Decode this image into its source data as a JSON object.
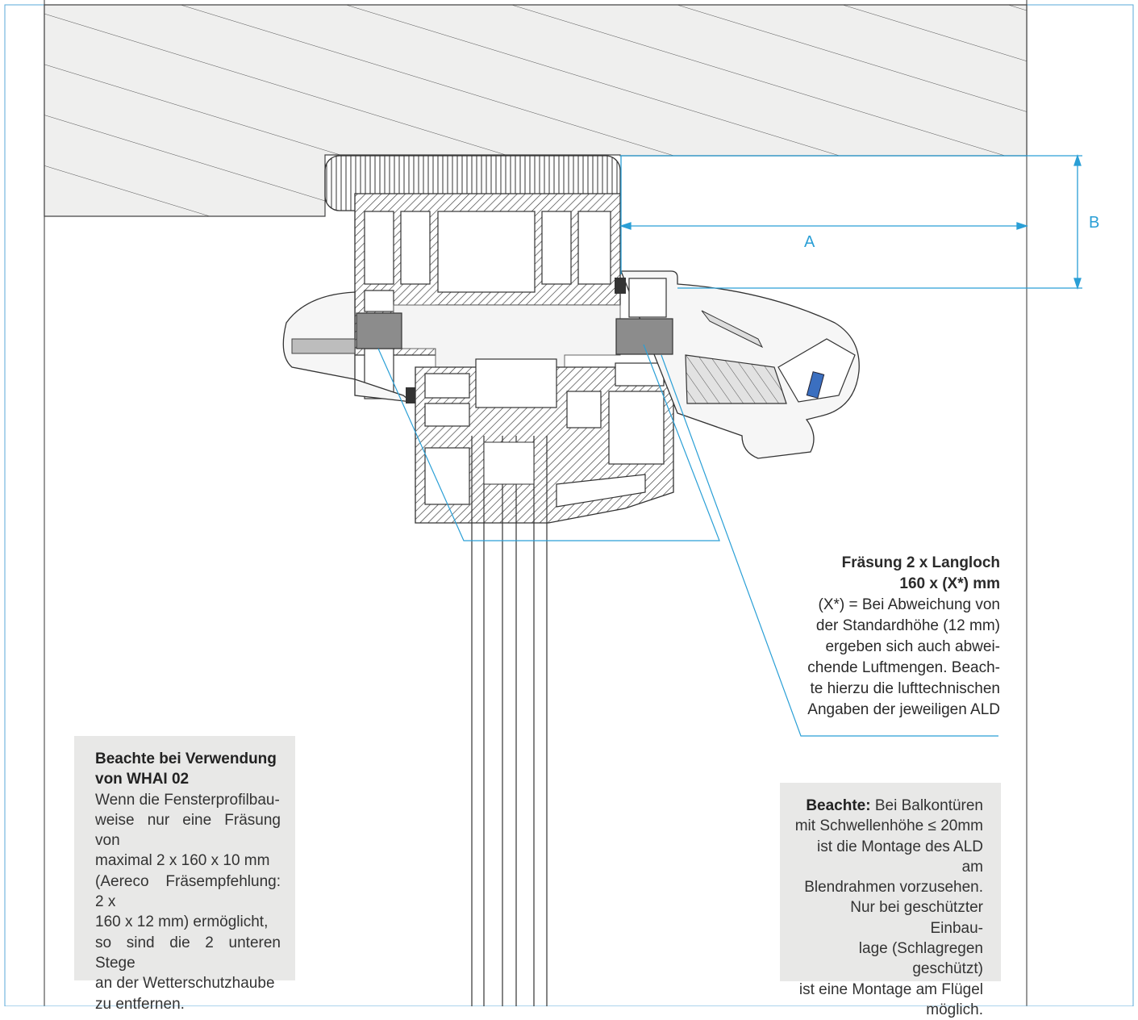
{
  "dimensions": {
    "a_label": "A",
    "b_label": "B"
  },
  "milling_callout": {
    "title_line1": "Fräsung 2 x Langloch",
    "title_line2": "160 x (X*) mm",
    "body_lines": [
      "(X*) = Bei Abweichung von",
      "der Standardhöhe (12 mm)",
      "ergeben sich auch abwei-",
      "chende Luftmengen. Beach-",
      "te hierzu die lufttechnischen",
      "Angaben der jeweiligen ALD"
    ]
  },
  "note_whai": {
    "title_line1": "Beachte bei Verwendung",
    "title_line2": "von WHAI 02",
    "body_lines": [
      "Wenn die Fensterprofilbau-",
      "weise nur eine Fräsung von",
      "maximal 2 x 160 x 10 mm",
      "(Aereco Fräsempfehlung: 2 x",
      "160 x 12 mm) ermöglicht,",
      "so sind die 2 unteren Stege",
      "an der Wetterschutzhaube",
      "zu entfernen."
    ]
  },
  "note_balcony": {
    "label": "Beachte:",
    "first_line_rest": " Bei Balkontüren",
    "body_lines": [
      "mit Schwellenhöhe ≤ 20mm",
      "ist die Montage des ALD am",
      "Blendrahmen vorzusehen.",
      "Nur bei geschützter Einbau-",
      "lage (Schlagregen geschützt)",
      "ist eine Montage am Flügel",
      "möglich."
    ]
  },
  "colors": {
    "accent_blue": "#2a9fd6",
    "note_background": "#e8e8e7",
    "wall_fill": "#ededed",
    "insert_gray": "#8c8c8c"
  }
}
